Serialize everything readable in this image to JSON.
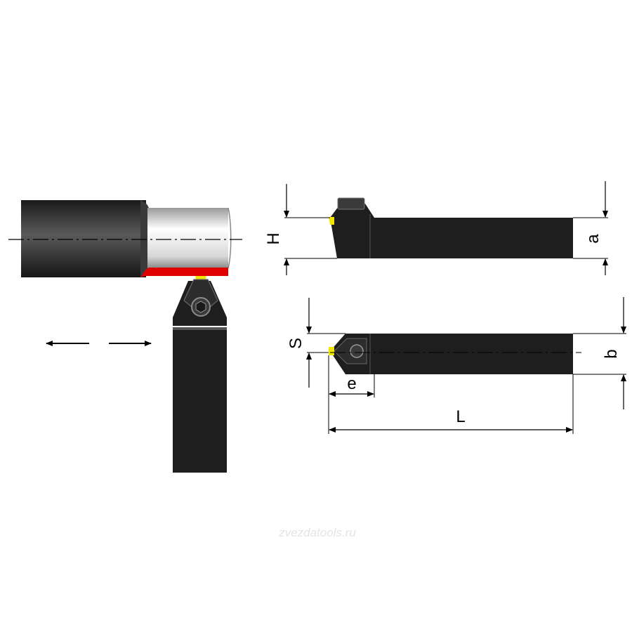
{
  "labels": {
    "H": "H",
    "a": "a",
    "S": "S",
    "b": "b",
    "e": "e",
    "L": "L"
  },
  "watermark": "zvezdatools.ru",
  "colors": {
    "holder": "#1e1e1e",
    "workpiece_dark": "#2a2a2a",
    "workpiece_machined": "#f2f2f2",
    "cut_surface": "#e00000",
    "insert_tip": "#f2e600"
  },
  "icons": [
    "feed-arrow-left-icon",
    "feed-arrow-right-icon",
    "clamp-screw-icon"
  ]
}
